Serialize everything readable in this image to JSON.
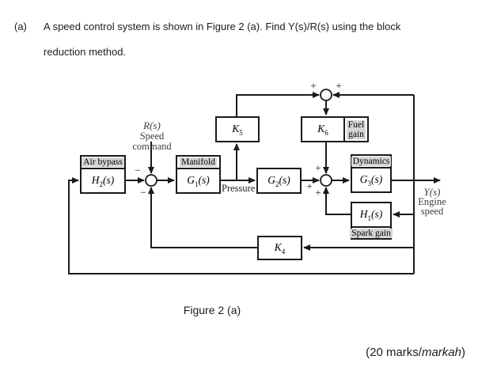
{
  "question": {
    "index_label": "(a)",
    "line1": "A speed control system is shown in Figure 2 (a). Find Y(s)/R(s) using the block",
    "line2": "reduction method."
  },
  "figure": {
    "caption": "Figure 2 (a)",
    "marks_prefix": "(20 marks/",
    "marks_italic": "markah",
    "marks_suffix": ")"
  },
  "diagram": {
    "input": {
      "signal": "R(s)",
      "description": "Speed command"
    },
    "output": {
      "signal": "Y(s)",
      "description_line1": "Engine",
      "description_line2": "speed"
    },
    "pressure_label": "Pressure",
    "blocks": {
      "h2": {
        "tab": "Air bypass",
        "sym": "H",
        "sub": "2",
        "arg": "(s)"
      },
      "g1": {
        "tab": "Manifold",
        "sym": "G",
        "sub": "1",
        "arg": "(s)"
      },
      "g2": {
        "sym": "G",
        "sub": "2",
        "arg": "(s)"
      },
      "g3": {
        "tab": "Dynamics",
        "sym": "G",
        "sub": "3",
        "arg": "(s)"
      },
      "h1": {
        "tab": "Spark gain",
        "sym": "H",
        "sub": "1",
        "arg": "(s)"
      },
      "k5": {
        "sym": "K",
        "sub": "5"
      },
      "k6": {
        "sym": "K",
        "sub": "6",
        "tab_line1": "Fuel",
        "tab_line2": "gain"
      },
      "k4": {
        "sym": "K",
        "sub": "4"
      }
    },
    "signs": {
      "sum1_left": "−",
      "sum1_bottom": "−",
      "sum2_top": "+",
      "sum2_left": "+",
      "sum2_bottom": "+",
      "sum3_left": "+",
      "sum3_right": "+"
    },
    "colors": {
      "line": "#1a1a1a",
      "tab_highlight": "#d5d5d5",
      "annotation_text": "#3d3d3d"
    }
  }
}
